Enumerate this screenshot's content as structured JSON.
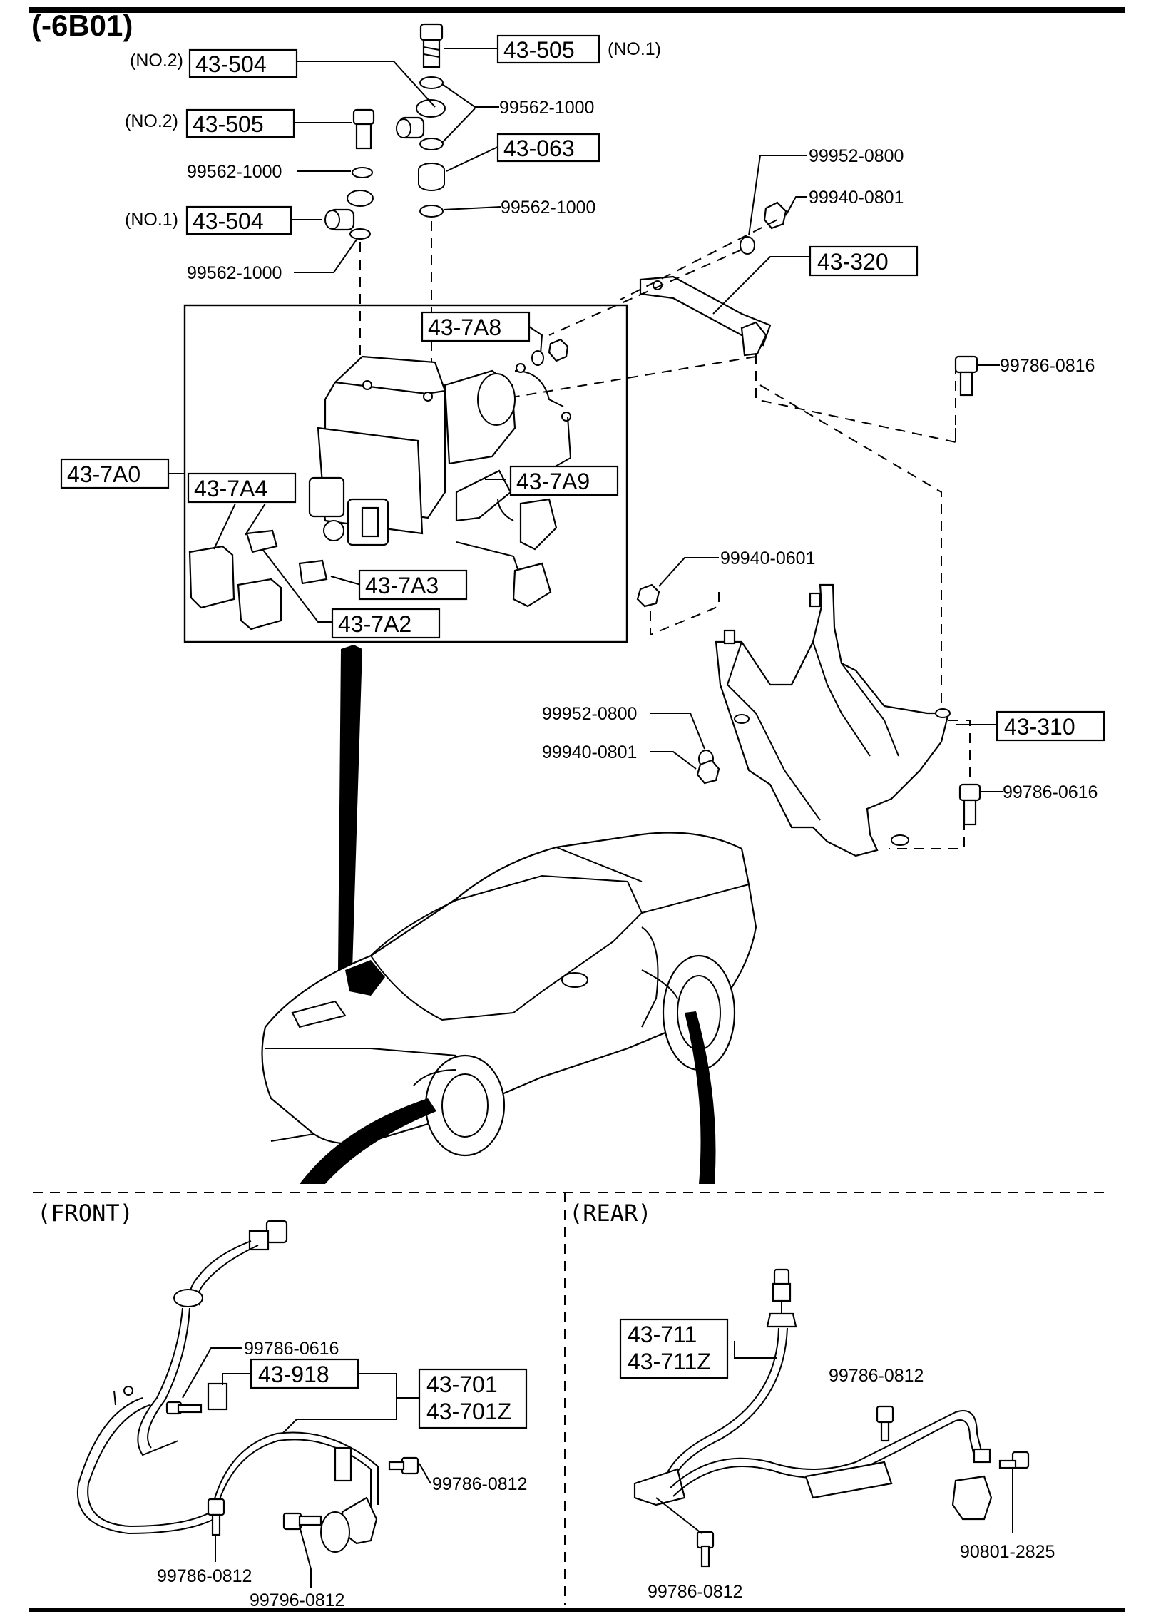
{
  "header": {
    "code": "(-6B01)"
  },
  "sections": {
    "front": "(FRONT)",
    "rear": "(REAR)"
  },
  "parts": {
    "p43_505_no1": {
      "number": "43-505",
      "qualifier": "(NO.1)"
    },
    "p43_504_no2": {
      "number": "43-504",
      "qualifier": "(NO.2)"
    },
    "p43_505_no2": {
      "number": "43-505",
      "qualifier": "(NO.2)"
    },
    "p43_504_no1": {
      "number": "43-504",
      "qualifier": "(NO.1)"
    },
    "p43_063": "43-063",
    "w99562_a": "99562-1000",
    "w99562_b": "99562-1000",
    "w99562_c": "99562-1000",
    "w99562_d": "99562-1000",
    "p99952_top": "99952-0800",
    "p99940_0801_top": "99940-0801",
    "p43_320": "43-320",
    "p99786_0816": "99786-0816",
    "p43_7A8": "43-7A8",
    "p43_7A0": "43-7A0",
    "p43_7A4": "43-7A4",
    "p43_7A9": "43-7A9",
    "p43_7A3": "43-7A3",
    "p43_7A2": "43-7A2",
    "p99940_0601": "99940-0601",
    "p99952_mid": "99952-0800",
    "p99940_0801_mid": "99940-0801",
    "p43_310": "43-310",
    "p99786_0616_top": "99786-0616",
    "front_99786_0616": "99786-0616",
    "front_43_918": "43-918",
    "front_43_701": "43-701",
    "front_43_701Z": "43-701Z",
    "front_99786_0812_r": "99786-0812",
    "front_99786_0812_b": "99786-0812",
    "front_99796_0812": "99796-0812",
    "rear_43_711": "43-711",
    "rear_43_711Z": "43-711Z",
    "rear_99786_0812_top": "99786-0812",
    "rear_99786_0812_b": "99786-0812",
    "rear_90801_2825": "90801-2825"
  }
}
